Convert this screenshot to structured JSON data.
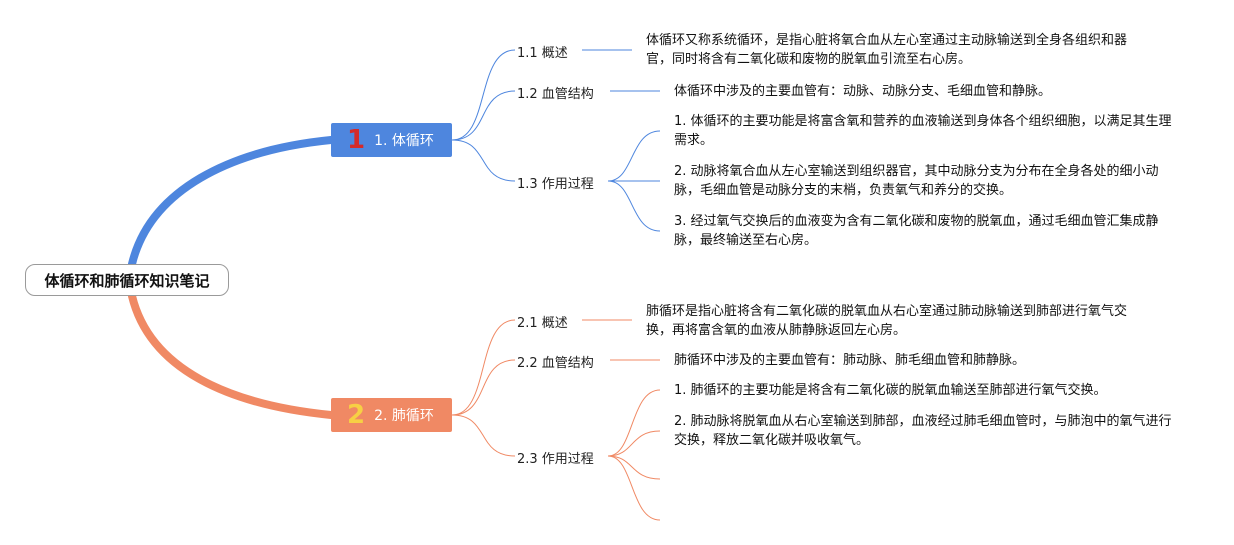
{
  "root": {
    "label": "体循环和肺循环知识笔记"
  },
  "colors": {
    "branch1": "#4e86de",
    "branch2": "#f08964",
    "badge1": "#d42a2a",
    "badge2": "#f7d044"
  },
  "branches": [
    {
      "label": "1. 体循环",
      "badge": "1",
      "topics": [
        {
          "label": "1.1 概述",
          "notes": [
            "体循环又称系统循环，是指心脏将氧合血从左心室通过主动脉输送到全身各组织和器官，同时将含有二氧化碳和废物的脱氧血引流至右心房。"
          ]
        },
        {
          "label": "1.2 血管结构",
          "notes": [
            "体循环中涉及的主要血管有：动脉、动脉分支、毛细血管和静脉。"
          ]
        },
        {
          "label": "1.3 作用过程",
          "notes": [
            "1. 体循环的主要功能是将富含氧和营养的血液输送到身体各个组织细胞，以满足其生理需求。",
            "2. 动脉将氧合血从左心室输送到组织器官，其中动脉分支为分布在全身各处的细小动脉，毛细血管是动脉分支的末梢，负责氧气和养分的交换。",
            "3. 经过氧气交换后的血液变为含有二氧化碳和废物的脱氧血，通过毛细血管汇集成静脉，最终输送至右心房。"
          ]
        }
      ]
    },
    {
      "label": "2. 肺循环",
      "badge": "2",
      "topics": [
        {
          "label": "2.1 概述",
          "notes": [
            "肺循环是指心脏将含有二氧化碳的脱氧血从右心室通过肺动脉输送到肺部进行氧气交换，再将富含氧的血液从肺静脉返回左心房。"
          ]
        },
        {
          "label": "2.2 血管结构",
          "notes": [
            "肺循环中涉及的主要血管有：肺动脉、肺毛细血管和肺静脉。"
          ]
        },
        {
          "label": "2.3 作用过程",
          "notes": [
            "1. 肺循环的主要功能是将含有二氧化碳的脱氧血输送至肺部进行氧气交换。",
            "2. 肺动脉将脱氧血从右心室输送到肺部，血液经过肺毛细血管时，与肺泡中的氧气进行交换，释放二氧化碳并吸收氧气。"
          ]
        }
      ]
    }
  ]
}
